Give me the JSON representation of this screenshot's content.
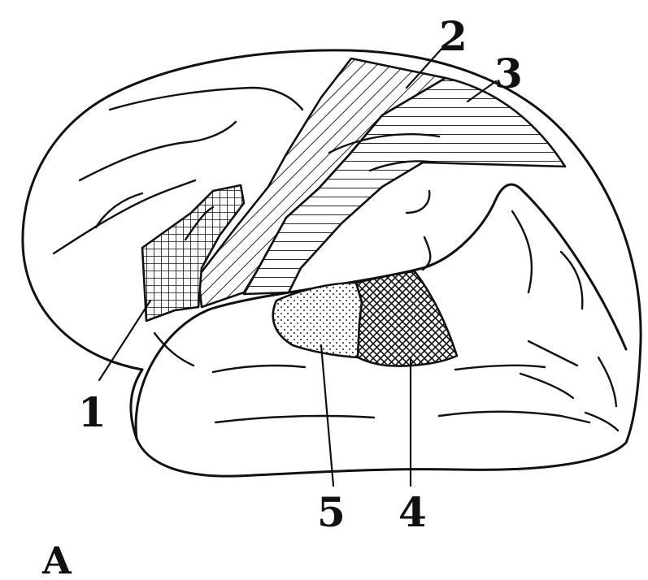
{
  "figure": {
    "panel_label": "A",
    "regions": [
      {
        "label": "1",
        "pattern": "fine-grid"
      },
      {
        "label": "2",
        "pattern": "diagonal-lines"
      },
      {
        "label": "3",
        "pattern": "horizontal-lines"
      },
      {
        "label": "4",
        "pattern": "cross-hatch"
      },
      {
        "label": "5",
        "pattern": "stipple"
      }
    ],
    "ink_color": "#111111",
    "background_color": "#ffffff"
  }
}
